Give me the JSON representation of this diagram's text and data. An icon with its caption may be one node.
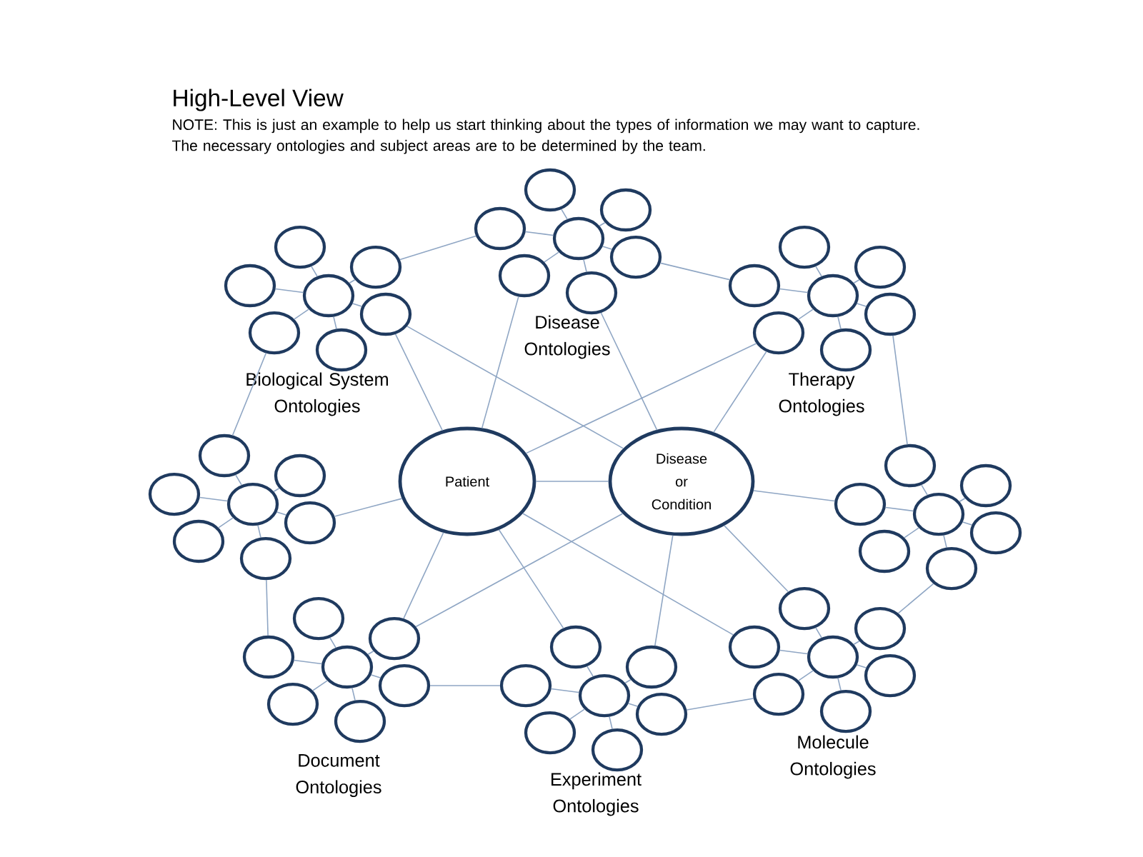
{
  "diagram": {
    "title": "High-Level View",
    "labels": [
      "NOTE: This is just an example to help us start thinking about the types of information we may want to capture. The necessary ontologies and subject areas are to be determined by the team."
    ],
    "nodes": [
      {
        "text": [
          "Patient"
        ]
      },
      {
        "text": [
          "Disease or Condition"
        ]
      },
      {
        "text": [],
        "shape": "circle"
      },
      {
        "text": [],
        "shape": "circle"
      },
      {
        "text": [],
        "shape": "circle"
      },
      {
        "text": [],
        "shape": "circle"
      },
      {
        "text": [],
        "shape": "circle",
        "beside": [
          "Biological System Ontologies"
        ]
      },
      {
        "text": [],
        "shape": "circle"
      },
      {
        "text": [],
        "shape": "circle"
      },
      {
        "text": [],
        "shape": "circle"
      },
      {
        "text": [],
        "shape": "circle"
      },
      {
        "text": [],
        "shape": "circle"
      },
      {
        "text": [],
        "shape": "circle"
      },
      {
        "text": [],
        "shape": "circle",
        "beside": [
          "Disease Ontologies"
        ]
      },
      {
        "text": [],
        "shape": "circle"
      },
      {
        "text": [],
        "shape": "circle"
      },
      {
        "text": [],
        "shape": "circle"
      },
      {
        "text": [],
        "shape": "circle"
      },
      {
        "text": [],
        "shape": "circle"
      },
      {
        "text": [],
        "shape": "circle"
      },
      {
        "text": [],
        "shape": "circle",
        "beside": [
          "Therapy Ontologies"
        ]
      },
      {
        "text": [],
        "shape": "circle"
      },
      {
        "text": [],
        "shape": "circle"
      },
      {
        "text": [],
        "shape": "circle"
      },
      {
        "text": [],
        "shape": "circle"
      },
      {
        "text": [],
        "shape": "circle"
      },
      {
        "text": [],
        "shape": "circle"
      },
      {
        "text": [],
        "shape": "circle"
      },
      {
        "text": [],
        "shape": "circle"
      },
      {
        "text": [],
        "shape": "circle"
      },
      {
        "text": [],
        "shape": "circle"
      },
      {
        "text": [],
        "shape": "circle"
      },
      {
        "text": [],
        "shape": "circle"
      },
      {
        "text": [],
        "shape": "circle"
      },
      {
        "text": [],
        "shape": "circle"
      },
      {
        "text": [],
        "shape": "circle"
      },
      {
        "text": [],
        "shape": "circle"
      },
      {
        "text": [],
        "shape": "circle"
      },
      {
        "text": [],
        "shape": "circle"
      },
      {
        "text": [],
        "shape": "circle"
      },
      {
        "text": [],
        "shape": "circle"
      },
      {
        "text": [],
        "shape": "circle",
        "beside": [
          "Document Ontologies"
        ]
      },
      {
        "text": [],
        "shape": "circle"
      },
      {
        "text": [],
        "shape": "circle"
      },
      {
        "text": [],
        "shape": "circle"
      },
      {
        "text": [],
        "shape": "circle"
      },
      {
        "text": [],
        "shape": "circle"
      },
      {
        "text": [],
        "shape": "circle"
      },
      {
        "text": [],
        "shape": "circle",
        "beside": [
          "Experiment Ontologies"
        ]
      },
      {
        "text": [],
        "shape": "circle"
      },
      {
        "text": [],
        "shape": "circle"
      },
      {
        "text": [],
        "shape": "circle"
      },
      {
        "text": [],
        "shape": "circle"
      },
      {
        "text": [],
        "shape": "circle"
      },
      {
        "text": [],
        "shape": "circle"
      },
      {
        "text": [],
        "shape": "circle",
        "beside": [
          "Molecule Ontologies"
        ]
      },
      {
        "text": [],
        "shape": "circle"
      },
      {
        "text": [],
        "shape": "circle"
      }
    ],
    "edges": [
      {
        "from": 4,
        "to": 15,
        "arrow": "none"
      },
      {
        "from": 12,
        "to": 22,
        "arrow": "none"
      },
      {
        "from": 19,
        "to": 24,
        "arrow": "none"
      },
      {
        "from": 27,
        "to": 53,
        "arrow": "none"
      },
      {
        "from": 56,
        "to": 47,
        "arrow": "none"
      },
      {
        "from": 40,
        "to": 50,
        "arrow": "none"
      },
      {
        "from": 34,
        "to": 43,
        "arrow": "none"
      },
      {
        "from": 31,
        "to": 7,
        "arrow": "none"
      },
      {
        "from": 0,
        "to": 1,
        "arrow": "none"
      },
      {
        "from": 0,
        "to": 5,
        "arrow": "none"
      },
      {
        "from": 0,
        "to": 14,
        "arrow": "none"
      },
      {
        "from": 0,
        "to": 33,
        "arrow": "none"
      },
      {
        "from": 0,
        "to": 39,
        "arrow": "none"
      },
      {
        "from": 0,
        "to": 45,
        "arrow": "none"
      },
      {
        "from": 0,
        "to": 57,
        "arrow": "none"
      },
      {
        "from": 0,
        "to": 21,
        "arrow": "none"
      },
      {
        "from": 1,
        "to": 5,
        "arrow": "none"
      },
      {
        "from": 1,
        "to": 13,
        "arrow": "none"
      },
      {
        "from": 1,
        "to": 21,
        "arrow": "none"
      },
      {
        "from": 1,
        "to": 29,
        "arrow": "none"
      },
      {
        "from": 1,
        "to": 52,
        "arrow": "none"
      },
      {
        "from": 1,
        "to": 46,
        "arrow": "none"
      },
      {
        "from": 1,
        "to": 39,
        "arrow": "none"
      },
      {
        "from": 2,
        "to": 3,
        "arrow": "none"
      },
      {
        "from": 2,
        "to": 4,
        "arrow": "none"
      },
      {
        "from": 2,
        "to": 5,
        "arrow": "none"
      },
      {
        "from": 2,
        "to": 6,
        "arrow": "none"
      },
      {
        "from": 2,
        "to": 7,
        "arrow": "none"
      },
      {
        "from": 2,
        "to": 8,
        "arrow": "none"
      },
      {
        "from": 9,
        "to": 10,
        "arrow": "none"
      },
      {
        "from": 9,
        "to": 11,
        "arrow": "none"
      },
      {
        "from": 9,
        "to": 12,
        "arrow": "none"
      },
      {
        "from": 9,
        "to": 13,
        "arrow": "none"
      },
      {
        "from": 9,
        "to": 14,
        "arrow": "none"
      },
      {
        "from": 9,
        "to": 15,
        "arrow": "none"
      },
      {
        "from": 16,
        "to": 17,
        "arrow": "none"
      },
      {
        "from": 16,
        "to": 18,
        "arrow": "none"
      },
      {
        "from": 16,
        "to": 19,
        "arrow": "none"
      },
      {
        "from": 16,
        "to": 20,
        "arrow": "none"
      },
      {
        "from": 16,
        "to": 21,
        "arrow": "none"
      },
      {
        "from": 16,
        "to": 22,
        "arrow": "none"
      },
      {
        "from": 23,
        "to": 24,
        "arrow": "none"
      },
      {
        "from": 23,
        "to": 25,
        "arrow": "none"
      },
      {
        "from": 23,
        "to": 26,
        "arrow": "none"
      },
      {
        "from": 23,
        "to": 27,
        "arrow": "none"
      },
      {
        "from": 23,
        "to": 28,
        "arrow": "none"
      },
      {
        "from": 23,
        "to": 29,
        "arrow": "none"
      },
      {
        "from": 30,
        "to": 31,
        "arrow": "none"
      },
      {
        "from": 30,
        "to": 32,
        "arrow": "none"
      },
      {
        "from": 30,
        "to": 33,
        "arrow": "none"
      },
      {
        "from": 30,
        "to": 34,
        "arrow": "none"
      },
      {
        "from": 30,
        "to": 35,
        "arrow": "none"
      },
      {
        "from": 30,
        "to": 36,
        "arrow": "none"
      },
      {
        "from": 37,
        "to": 38,
        "arrow": "none"
      },
      {
        "from": 37,
        "to": 39,
        "arrow": "none"
      },
      {
        "from": 37,
        "to": 40,
        "arrow": "none"
      },
      {
        "from": 37,
        "to": 41,
        "arrow": "none"
      },
      {
        "from": 37,
        "to": 42,
        "arrow": "none"
      },
      {
        "from": 37,
        "to": 43,
        "arrow": "none"
      },
      {
        "from": 44,
        "to": 45,
        "arrow": "none"
      },
      {
        "from": 44,
        "to": 46,
        "arrow": "none"
      },
      {
        "from": 44,
        "to": 47,
        "arrow": "none"
      },
      {
        "from": 44,
        "to": 48,
        "arrow": "none"
      },
      {
        "from": 44,
        "to": 49,
        "arrow": "none"
      },
      {
        "from": 44,
        "to": 50,
        "arrow": "none"
      },
      {
        "from": 51,
        "to": 52,
        "arrow": "none"
      },
      {
        "from": 51,
        "to": 53,
        "arrow": "none"
      },
      {
        "from": 51,
        "to": 54,
        "arrow": "none"
      },
      {
        "from": 51,
        "to": 55,
        "arrow": "none"
      },
      {
        "from": 51,
        "to": 56,
        "arrow": "none"
      },
      {
        "from": 51,
        "to": 57,
        "arrow": "none"
      }
    ]
  }
}
